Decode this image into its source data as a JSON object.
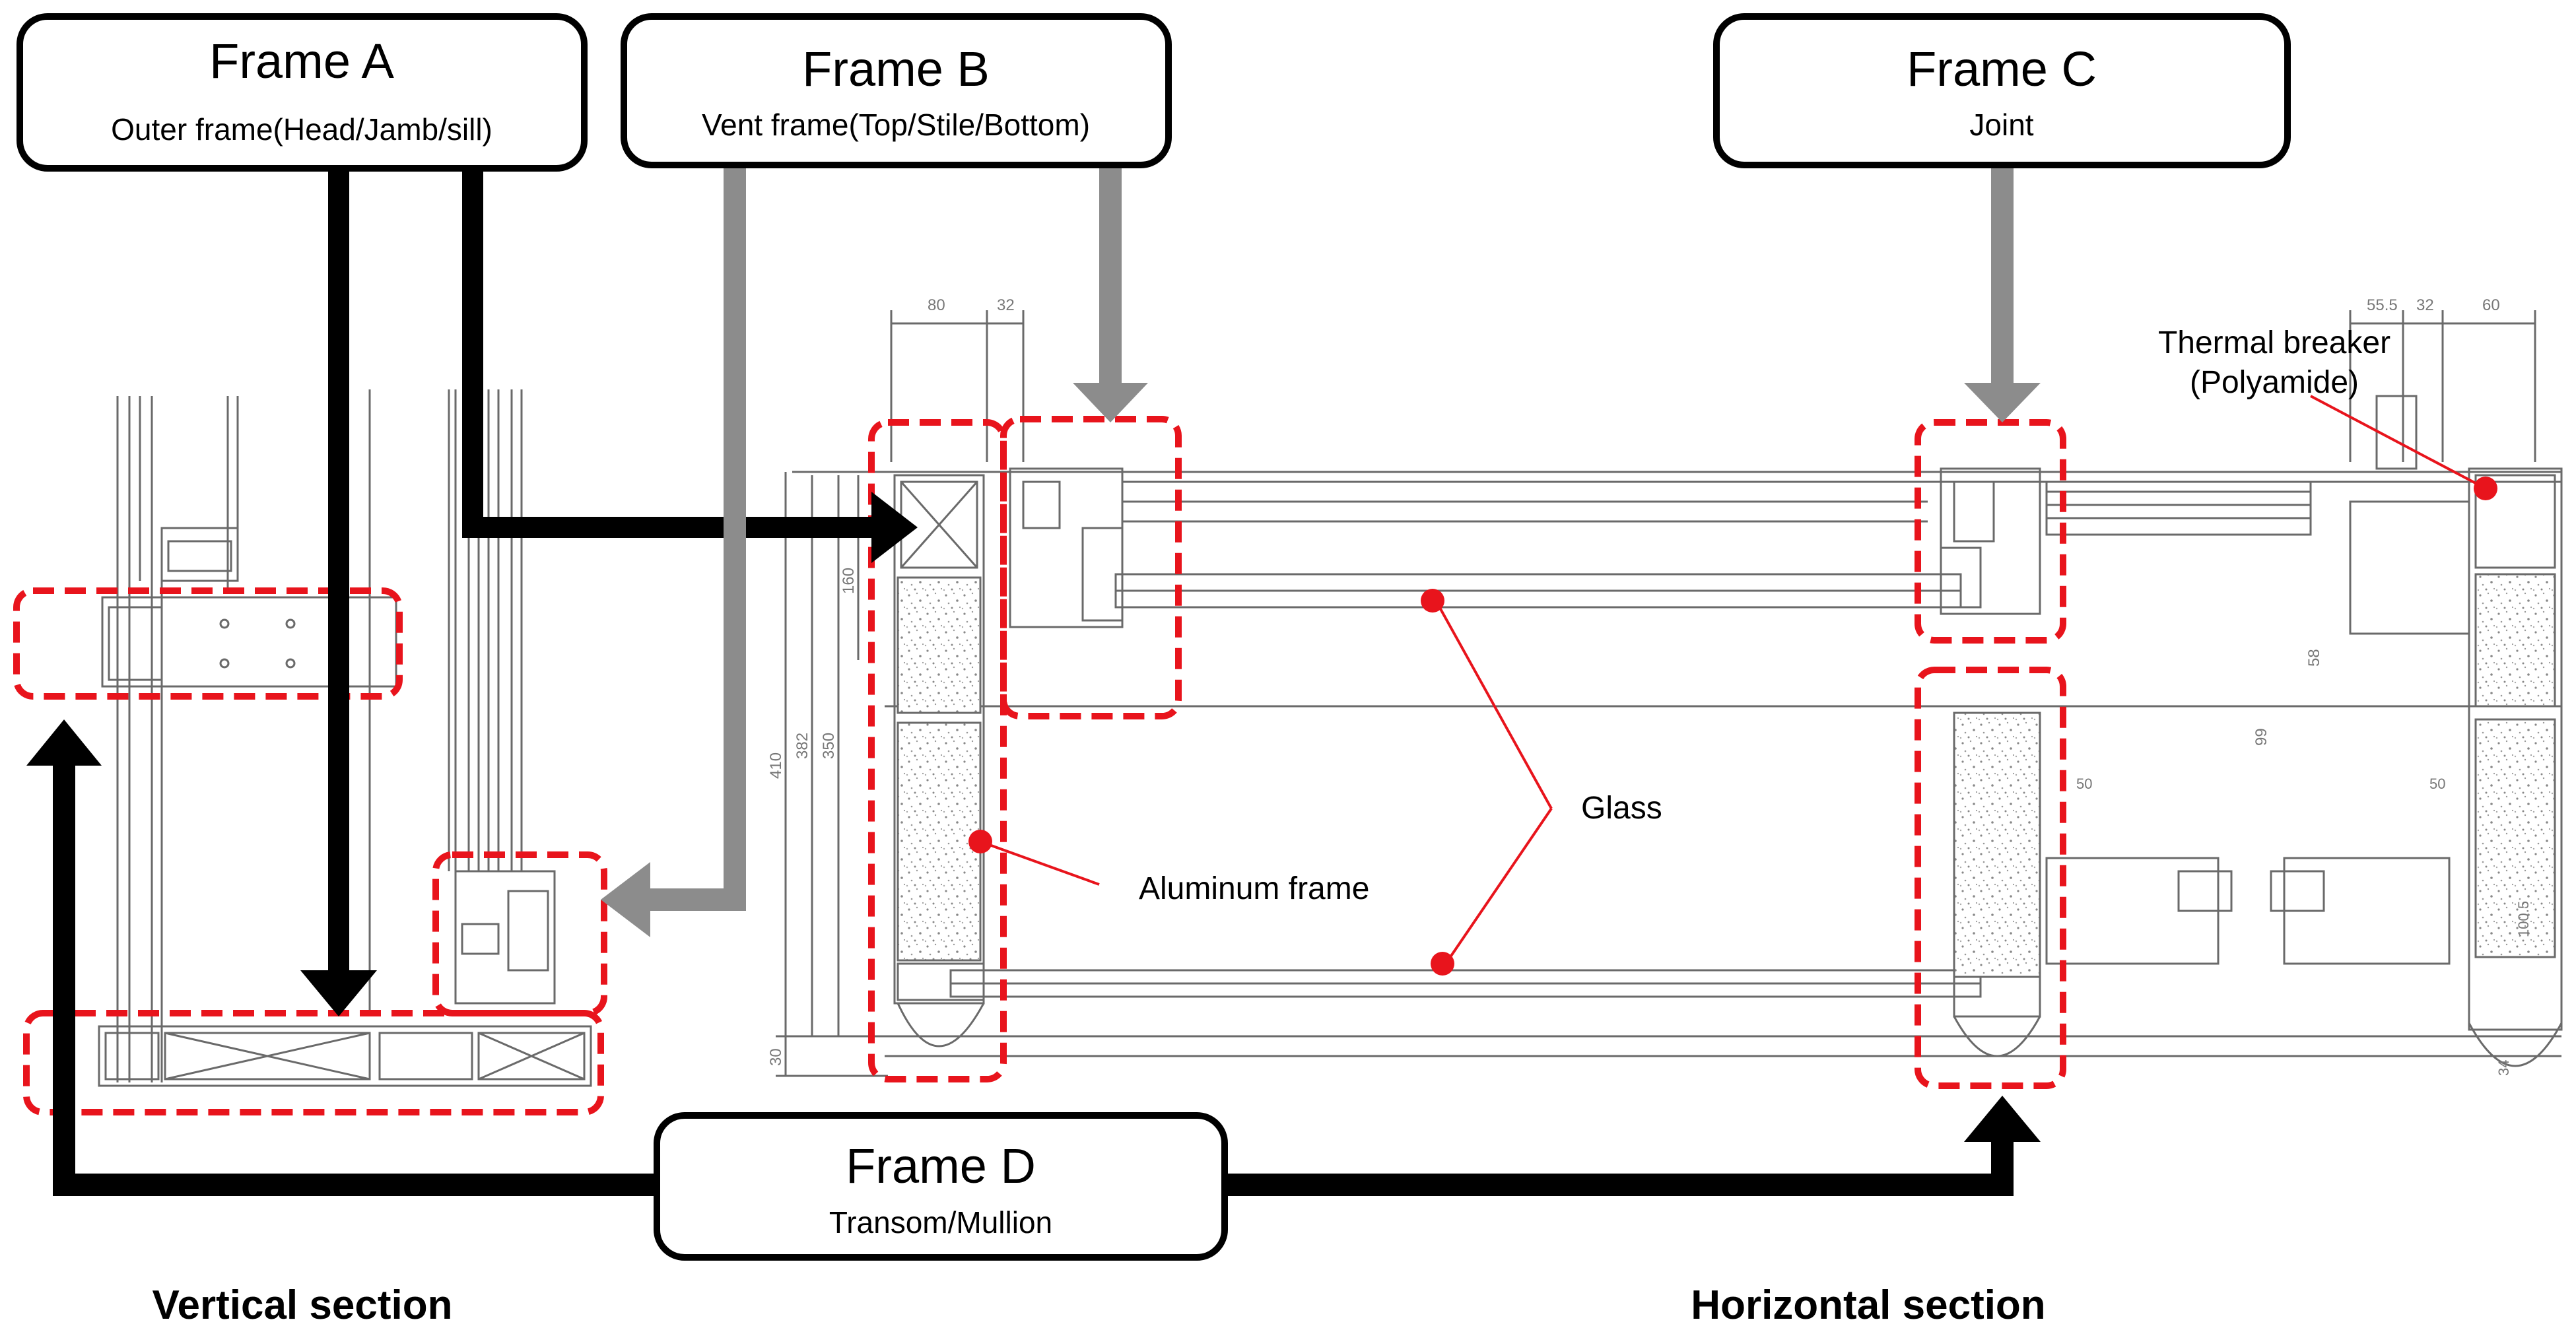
{
  "frames": {
    "a": {
      "title": "Frame A",
      "subtitle": "Outer frame(Head/Jamb/sill)"
    },
    "b": {
      "title": "Frame B",
      "subtitle": "Vent frame(Top/Stile/Bottom)"
    },
    "c": {
      "title": "Frame C",
      "subtitle": "Joint"
    },
    "d": {
      "title": "Frame D",
      "subtitle": "Transom/Mullion"
    }
  },
  "callouts": {
    "thermal_breaker_line1": "Thermal breaker",
    "thermal_breaker_line2": "(Polyamide)",
    "glass": "Glass",
    "aluminum_frame": "Aluminum frame"
  },
  "sections": {
    "vertical": "Vertical section",
    "horizontal": "Horizontal section"
  },
  "dimensions": {
    "top_left_a": "80",
    "top_left_b": "32",
    "top_right_a": "55.5",
    "top_right_b": "32",
    "top_right_c": "60",
    "left_410": "410",
    "left_382": "382",
    "left_350": "350",
    "left_160": "160",
    "left_30": "30",
    "right_58": "58",
    "right_99": "99",
    "right_50a": "50",
    "right_50b": "50",
    "right_1005": "100.5",
    "right_34": "34"
  },
  "colors": {
    "highlight": "#e8141c",
    "arrow_black": "#000000",
    "arrow_gray": "#8c8c8c",
    "drawing": "#555555"
  }
}
